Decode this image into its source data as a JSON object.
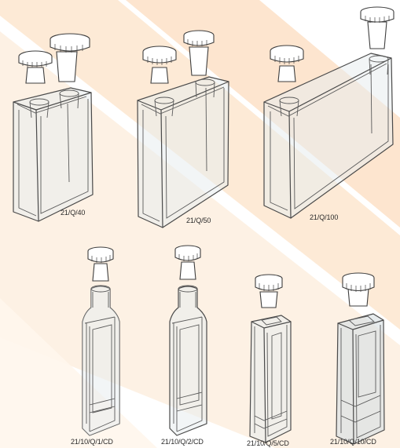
{
  "cuvettes": [
    {
      "model": "21/Q/40"
    },
    {
      "model": "21/Q/50"
    },
    {
      "model": "21/Q/100"
    },
    {
      "model": "21/10/Q/1/CD"
    },
    {
      "model": "21/10/Q/2/CD"
    },
    {
      "model": "21/10/Q/5/CD"
    },
    {
      "model": "21/10/Q/10/CD"
    }
  ],
  "colors": {
    "background_band": "#fde4cc",
    "glass_tint": "#e7ecef",
    "outline": "#4a4a4a"
  },
  "icons": [
    "knurled-cap-icon",
    "stopper-icon"
  ]
}
